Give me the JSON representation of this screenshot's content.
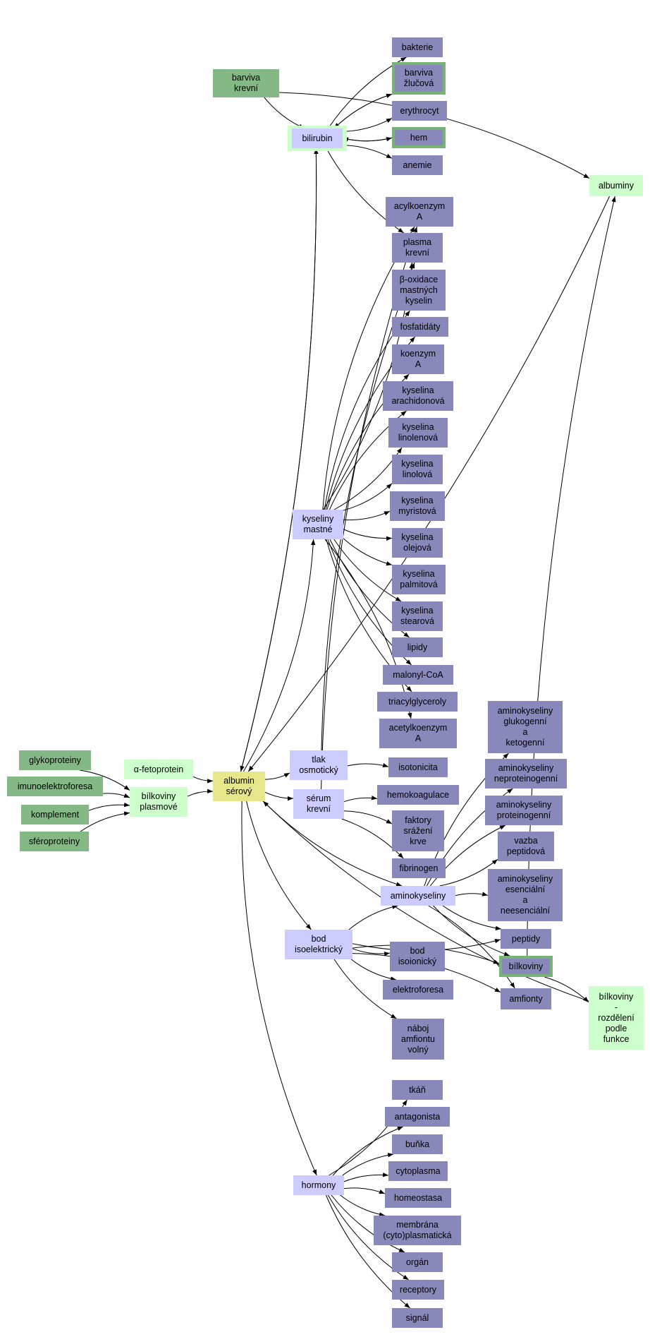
{
  "colors": {
    "outer_green": "#84b986",
    "light_green": "#ccffcc",
    "light_blue": "#ccccff",
    "dark_blue": "#8888bb",
    "yellow": "#e6e68a",
    "outline": "#77b277",
    "edge": "#000000"
  },
  "nodes": [
    {
      "id": "barvivaKrevni",
      "label": "barviva\nkrevní",
      "style": "outer_green"
    },
    {
      "id": "bilirubin",
      "label": "bilirubin",
      "style": "light_blue",
      "halo": true
    },
    {
      "id": "bakterie",
      "label": "bakterie",
      "style": "dark_blue"
    },
    {
      "id": "barvivaZlucova",
      "label": "barviva\nžlučová",
      "style": "dark_blue",
      "outlined": true
    },
    {
      "id": "erythrocyt",
      "label": "erythrocyt",
      "style": "dark_blue"
    },
    {
      "id": "hem",
      "label": "hem",
      "style": "dark_blue",
      "outlined": true
    },
    {
      "id": "anemie",
      "label": "anemie",
      "style": "dark_blue"
    },
    {
      "id": "albuminy",
      "label": "albuminy",
      "style": "light_green"
    },
    {
      "id": "acylkoenzym",
      "label": "acylkoenzym\nA",
      "style": "dark_blue"
    },
    {
      "id": "plasma",
      "label": "plasma\nkrevní",
      "style": "dark_blue"
    },
    {
      "id": "betaox",
      "label": "β-oxidace\nmastných\nkyselin",
      "style": "dark_blue"
    },
    {
      "id": "fosfatidaty",
      "label": "fosfatidáty",
      "style": "dark_blue"
    },
    {
      "id": "koenzymA",
      "label": "koenzym\nA",
      "style": "dark_blue"
    },
    {
      "id": "arachidonova",
      "label": "kyselina\narachidonová",
      "style": "dark_blue"
    },
    {
      "id": "linolenova",
      "label": "kyselina\nlinolenová",
      "style": "dark_blue"
    },
    {
      "id": "linolova",
      "label": "kyselina\nlinolová",
      "style": "dark_blue"
    },
    {
      "id": "myristova",
      "label": "kyselina\nmyristová",
      "style": "dark_blue"
    },
    {
      "id": "olejova",
      "label": "kyselina\nolejová",
      "style": "dark_blue"
    },
    {
      "id": "palmitova",
      "label": "kyselina\npalmitová",
      "style": "dark_blue"
    },
    {
      "id": "stearova",
      "label": "kyselina\nstearová",
      "style": "dark_blue"
    },
    {
      "id": "lipidy",
      "label": "lipidy",
      "style": "dark_blue"
    },
    {
      "id": "malonyl",
      "label": "malonyl-CoA",
      "style": "dark_blue"
    },
    {
      "id": "triacyl",
      "label": "triacylglyceroly",
      "style": "dark_blue"
    },
    {
      "id": "acetyl",
      "label": "acetylkoenzym\nA",
      "style": "dark_blue"
    },
    {
      "id": "kyseliny",
      "label": "kyseliny\nmastné",
      "style": "light_blue"
    },
    {
      "id": "glykoproteiny",
      "label": "glykoproteiny",
      "style": "outer_green"
    },
    {
      "id": "imuno",
      "label": "imunoelektroforesa",
      "style": "outer_green"
    },
    {
      "id": "komplement",
      "label": "komplement",
      "style": "outer_green"
    },
    {
      "id": "sferoproteiny",
      "label": "sféroproteiny",
      "style": "outer_green"
    },
    {
      "id": "afeto",
      "label": "α-fetoprotein",
      "style": "light_green"
    },
    {
      "id": "bilkPlas",
      "label": "bílkoviny\nplasmové",
      "style": "light_green"
    },
    {
      "id": "albumin",
      "label": "albumin\nsérový",
      "style": "yellow"
    },
    {
      "id": "tlak",
      "label": "tlak\nosmotický",
      "style": "light_blue"
    },
    {
      "id": "serum",
      "label": "sérum\nkrevní",
      "style": "light_blue"
    },
    {
      "id": "isotonicita",
      "label": "isotonicita",
      "style": "dark_blue"
    },
    {
      "id": "hemokoag",
      "label": "hemokoagulace",
      "style": "dark_blue"
    },
    {
      "id": "faktory",
      "label": "faktory\nsrážení\nkrve",
      "style": "dark_blue"
    },
    {
      "id": "fibrinogen",
      "label": "fibrinogen",
      "style": "dark_blue"
    },
    {
      "id": "akGluko",
      "label": "aminokyseliny\nglukogenní\na\nketogenní",
      "style": "dark_blue"
    },
    {
      "id": "akNeprot",
      "label": "aminokyseliny\nneproteinogenní",
      "style": "dark_blue"
    },
    {
      "id": "akProt",
      "label": "aminokyseliny\nproteinogenní",
      "style": "dark_blue"
    },
    {
      "id": "vazba",
      "label": "vazba\npeptidová",
      "style": "dark_blue"
    },
    {
      "id": "akEsenc",
      "label": "aminokyseliny\nesenciální\na\nneesenciální",
      "style": "dark_blue"
    },
    {
      "id": "aminokyseliny",
      "label": "aminokyseliny",
      "style": "light_blue"
    },
    {
      "id": "peptidy",
      "label": "peptidy",
      "style": "dark_blue"
    },
    {
      "id": "bilkoviny",
      "label": "bílkoviny",
      "style": "dark_blue",
      "outlined": true
    },
    {
      "id": "amfionty",
      "label": "amfionty",
      "style": "dark_blue"
    },
    {
      "id": "bilkRozd",
      "label": "bílkoviny\n-\nrozdělení\npodle\nfunkce",
      "style": "light_green"
    },
    {
      "id": "bod",
      "label": "bod\nisoelektrický",
      "style": "light_blue"
    },
    {
      "id": "bodIso",
      "label": "bod\nisoionický",
      "style": "dark_blue"
    },
    {
      "id": "elektroforesa",
      "label": "elektroforesa",
      "style": "dark_blue"
    },
    {
      "id": "naboj",
      "label": "náboj\namfiontu\nvolný",
      "style": "dark_blue"
    },
    {
      "id": "hormony",
      "label": "hormony",
      "style": "light_blue"
    },
    {
      "id": "tkan",
      "label": "tkáň",
      "style": "dark_blue"
    },
    {
      "id": "antagonista",
      "label": "antagonista",
      "style": "dark_blue"
    },
    {
      "id": "bunka",
      "label": "buňka",
      "style": "dark_blue"
    },
    {
      "id": "cytoplasma",
      "label": "cytoplasma",
      "style": "dark_blue"
    },
    {
      "id": "homeostasa",
      "label": "homeostasa",
      "style": "dark_blue"
    },
    {
      "id": "membrana",
      "label": "membrána\n(cyto)plasmatická",
      "style": "dark_blue"
    },
    {
      "id": "organ",
      "label": "orgán",
      "style": "dark_blue"
    },
    {
      "id": "receptory",
      "label": "receptory",
      "style": "dark_blue"
    },
    {
      "id": "signal",
      "label": "signál",
      "style": "dark_blue"
    }
  ],
  "edges": [
    [
      "barvivaKrevni",
      "bilirubin"
    ],
    [
      "barvivaKrevni",
      "albuminy"
    ],
    [
      "bilirubin",
      "bakterie"
    ],
    [
      "bilirubin",
      "barvivaZlucova"
    ],
    [
      "barvivaZlucova",
      "bilirubin"
    ],
    [
      "bilirubin",
      "erythrocyt"
    ],
    [
      "bilirubin",
      "hem"
    ],
    [
      "hem",
      "bilirubin"
    ],
    [
      "bilirubin",
      "anemie"
    ],
    [
      "bilirubin",
      "plasma"
    ],
    [
      "bilirubin",
      "albumin"
    ],
    [
      "albumin",
      "bilirubin"
    ],
    [
      "albuminy",
      "albumin"
    ],
    [
      "kyseliny",
      "acylkoenzym"
    ],
    [
      "kyseliny",
      "plasma"
    ],
    [
      "kyseliny",
      "betaox"
    ],
    [
      "kyseliny",
      "fosfatidaty"
    ],
    [
      "kyseliny",
      "koenzymA"
    ],
    [
      "kyseliny",
      "arachidonova"
    ],
    [
      "kyseliny",
      "linolenova"
    ],
    [
      "kyseliny",
      "linolova"
    ],
    [
      "kyseliny",
      "myristova"
    ],
    [
      "kyseliny",
      "olejova"
    ],
    [
      "kyseliny",
      "palmitova"
    ],
    [
      "kyseliny",
      "stearova"
    ],
    [
      "kyseliny",
      "lipidy"
    ],
    [
      "kyseliny",
      "malonyl"
    ],
    [
      "kyseliny",
      "triacyl"
    ],
    [
      "kyseliny",
      "acetyl"
    ],
    [
      "albumin",
      "kyseliny"
    ],
    [
      "glykoproteiny",
      "bilkPlas"
    ],
    [
      "imuno",
      "bilkPlas"
    ],
    [
      "komplement",
      "bilkPlas"
    ],
    [
      "sferoproteiny",
      "bilkPlas"
    ],
    [
      "afeto",
      "albumin"
    ],
    [
      "bilkPlas",
      "albumin"
    ],
    [
      "albumin",
      "tlak"
    ],
    [
      "albumin",
      "serum"
    ],
    [
      "tlak",
      "isotonicita"
    ],
    [
      "tlak",
      "plasma"
    ],
    [
      "serum",
      "hemokoag"
    ],
    [
      "serum",
      "faktory"
    ],
    [
      "serum",
      "fibrinogen"
    ],
    [
      "serum",
      "acylkoenzym"
    ],
    [
      "albumin",
      "aminokyseliny"
    ],
    [
      "aminokyseliny",
      "akGluko"
    ],
    [
      "aminokyseliny",
      "akNeprot"
    ],
    [
      "aminokyseliny",
      "akProt"
    ],
    [
      "aminokyseliny",
      "vazba"
    ],
    [
      "aminokyseliny",
      "akEsenc"
    ],
    [
      "aminokyseliny",
      "peptidy"
    ],
    [
      "aminokyseliny",
      "bilkoviny"
    ],
    [
      "aminokyseliny",
      "amfionty"
    ],
    [
      "bilkoviny",
      "albuminy"
    ],
    [
      "bilkoviny",
      "bilkRozd"
    ],
    [
      "bilkRozd",
      "albumin"
    ],
    [
      "albumin",
      "bod"
    ],
    [
      "bod",
      "aminokyseliny"
    ],
    [
      "bod",
      "peptidy"
    ],
    [
      "bod",
      "bilkoviny"
    ],
    [
      "bod",
      "bodIso"
    ],
    [
      "bod",
      "elektroforesa"
    ],
    [
      "bod",
      "naboj"
    ],
    [
      "bod",
      "amfionty"
    ],
    [
      "albumin",
      "hormony"
    ],
    [
      "hormony",
      "tkan"
    ],
    [
      "hormony",
      "antagonista"
    ],
    [
      "hormony",
      "bunka"
    ],
    [
      "hormony",
      "cytoplasma"
    ],
    [
      "hormony",
      "homeostasa"
    ],
    [
      "hormony",
      "membrana"
    ],
    [
      "hormony",
      "organ"
    ],
    [
      "hormony",
      "receptory"
    ],
    [
      "hormony",
      "signal"
    ]
  ]
}
